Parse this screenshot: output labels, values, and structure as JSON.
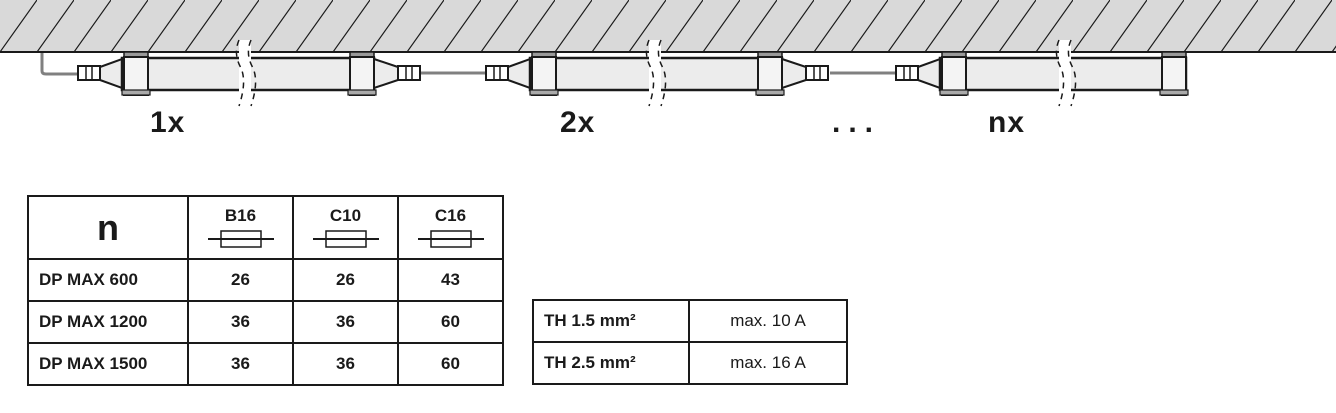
{
  "diagram": {
    "multiplier_labels": [
      "1x",
      "2x",
      "...",
      "nx"
    ],
    "colors": {
      "ceiling": "#d9d9d9",
      "lamp_body": "#ececec",
      "cable": "#808080",
      "ink": "#1a1a1a"
    }
  },
  "fuse_table": {
    "corner_label": "n",
    "columns": [
      "B16",
      "C10",
      "C16"
    ],
    "fuse_icon": "fuse-symbol-icon",
    "rows": [
      {
        "model": "DP MAX 600",
        "values": [
          "26",
          "26",
          "43"
        ]
      },
      {
        "model": "DP MAX 1200",
        "values": [
          "36",
          "36",
          "60"
        ]
      },
      {
        "model": "DP MAX 1500",
        "values": [
          "36",
          "36",
          "60"
        ]
      }
    ]
  },
  "cable_table": {
    "rows": [
      {
        "cable": "TH 1.5 mm²",
        "max": "max. 10 A"
      },
      {
        "cable": "TH 2.5 mm²",
        "max": "max. 16 A"
      }
    ]
  }
}
